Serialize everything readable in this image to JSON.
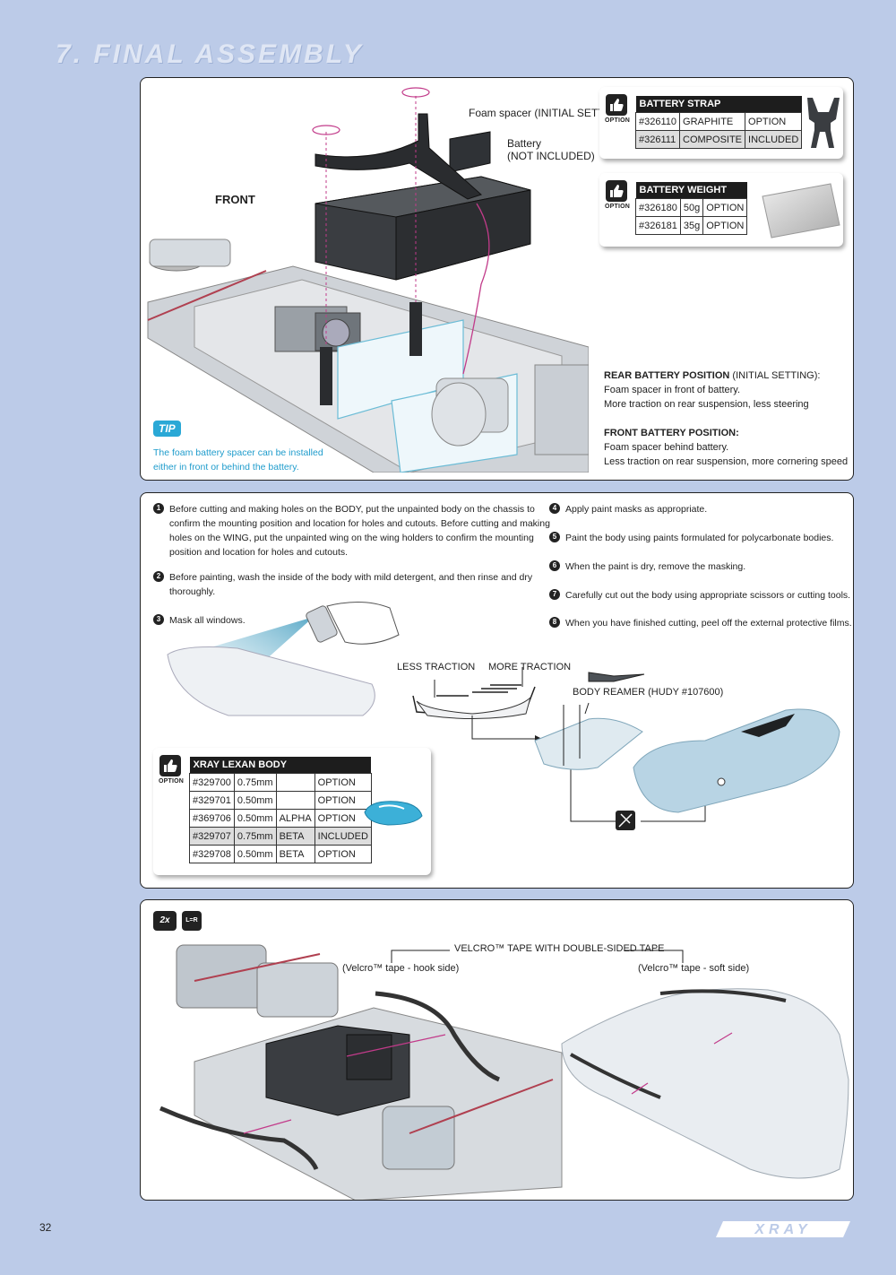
{
  "page": {
    "title": "7. FINAL ASSEMBLY",
    "number": "32",
    "logo_text": "XRAY"
  },
  "panel1": {
    "front_label": "FRONT",
    "foam_spacer_label": "Foam spacer (INITIAL SETTING)",
    "battery_label_1": "Battery",
    "battery_label_2": "(NOT INCLUDED)",
    "option_label": "OPTION",
    "battery_strap": {
      "title": "BATTERY STRAP",
      "rows": [
        [
          "#326110",
          "GRAPHITE",
          "OPTION"
        ],
        [
          "#326111",
          "COMPOSITE",
          "INCLUDED"
        ]
      ]
    },
    "battery_weight": {
      "title": "BATTERY WEIGHT",
      "rows": [
        [
          "#326180",
          "50g",
          "OPTION"
        ],
        [
          "#326181",
          "35g",
          "OPTION"
        ]
      ]
    },
    "rear_position": {
      "heading": "REAR BATTERY POSITION",
      "heading_suffix": " (INITIAL SETTING):",
      "line1": "Foam spacer in front of battery.",
      "line2": "More traction on rear suspension, less steering"
    },
    "front_position": {
      "heading": "FRONT BATTERY POSITION:",
      "line1": "Foam spacer behind battery.",
      "line2": "Less traction on rear suspension, more cornering speed"
    },
    "tip": {
      "badge": "TIP",
      "line1": "The foam battery spacer can be installed",
      "line2": "either in front or behind the battery."
    }
  },
  "panel2": {
    "steps": [
      {
        "n": "1",
        "lines": [
          "Before cutting and making holes on the BODY, put the unpainted body on the chassis to",
          "confirm the mounting position and location for holes and cutouts. Before cutting and making",
          "holes on the WING, put the unpainted wing on the wing holders to confirm the mounting",
          "position and location for holes and cutouts."
        ]
      },
      {
        "n": "2",
        "lines": [
          "Before painting, wash the inside of the body with mild detergent, and then rinse and dry",
          "thoroughly."
        ]
      },
      {
        "n": "3",
        "lines": [
          "Mask all windows."
        ]
      },
      {
        "n": "4",
        "lines": [
          "Apply paint masks as appropriate."
        ]
      },
      {
        "n": "5",
        "lines": [
          "Paint the body using paints formulated for polycarbonate bodies."
        ]
      },
      {
        "n": "6",
        "lines": [
          "When the paint is dry, remove the masking."
        ]
      },
      {
        "n": "7",
        "lines": [
          "Carefully cut out the body using appropriate scissors or cutting tools."
        ]
      },
      {
        "n": "8",
        "lines": [
          "When you have finished cutting, peel off the external protective films."
        ]
      }
    ],
    "less_traction": "LESS TRACTION",
    "more_traction": "MORE TRACTION",
    "body_reamer": "BODY REAMER (HUDY #107600)",
    "lexan": {
      "title": "XRAY LEXAN BODY",
      "rows": [
        [
          "#329700",
          "0.75mm",
          "",
          "OPTION"
        ],
        [
          "#329701",
          "0.50mm",
          "",
          "OPTION"
        ],
        [
          "#369706",
          "0.50mm",
          "ALPHA",
          "OPTION"
        ],
        [
          "#329707",
          "0.75mm",
          "BETA",
          "INCLUDED"
        ],
        [
          "#329708",
          "0.50mm",
          "BETA",
          "OPTION"
        ]
      ]
    }
  },
  "panel3": {
    "qty": "2x",
    "lr": "L=R",
    "velcro_title": "VELCRO™ TAPE WITH DOUBLE-SIDED TAPE",
    "hook_side": "(Velcro™ tape - hook side)",
    "soft_side": "(Velcro™ tape - soft side)"
  }
}
